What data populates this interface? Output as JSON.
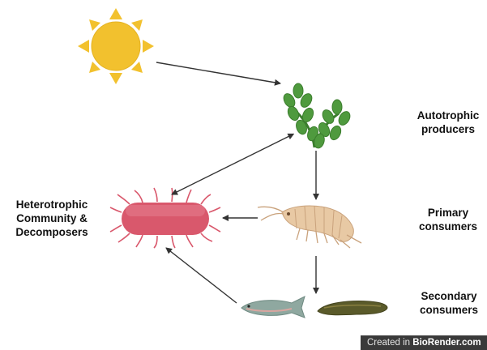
{
  "labels": {
    "autotrophic": [
      "Autotrophic",
      "producers"
    ],
    "primary": [
      "Primary",
      "consumers"
    ],
    "secondary": [
      "Secondary",
      "consumers"
    ],
    "heterotrophic": [
      "Heterotrophic",
      "Community &",
      "Decomposers"
    ]
  },
  "watermark": {
    "prefix": "Created in ",
    "brand": "BioRender.com"
  },
  "icons": {
    "sun": "sun-icon",
    "plant": "aquatic-plant-icon",
    "bacterium": "bacterium-icon",
    "amphipod": "amphipod-icon",
    "fish": "fish-icon",
    "leech": "leech-icon"
  },
  "colors": {
    "sun": "#f2c12e",
    "plant": "#4f9a3e",
    "bacterium": "#d9586c",
    "amphipod": "#e8c9a4",
    "fish": "#8fa8a0",
    "leech": "#5a5a2a",
    "arrow": "#333333"
  }
}
